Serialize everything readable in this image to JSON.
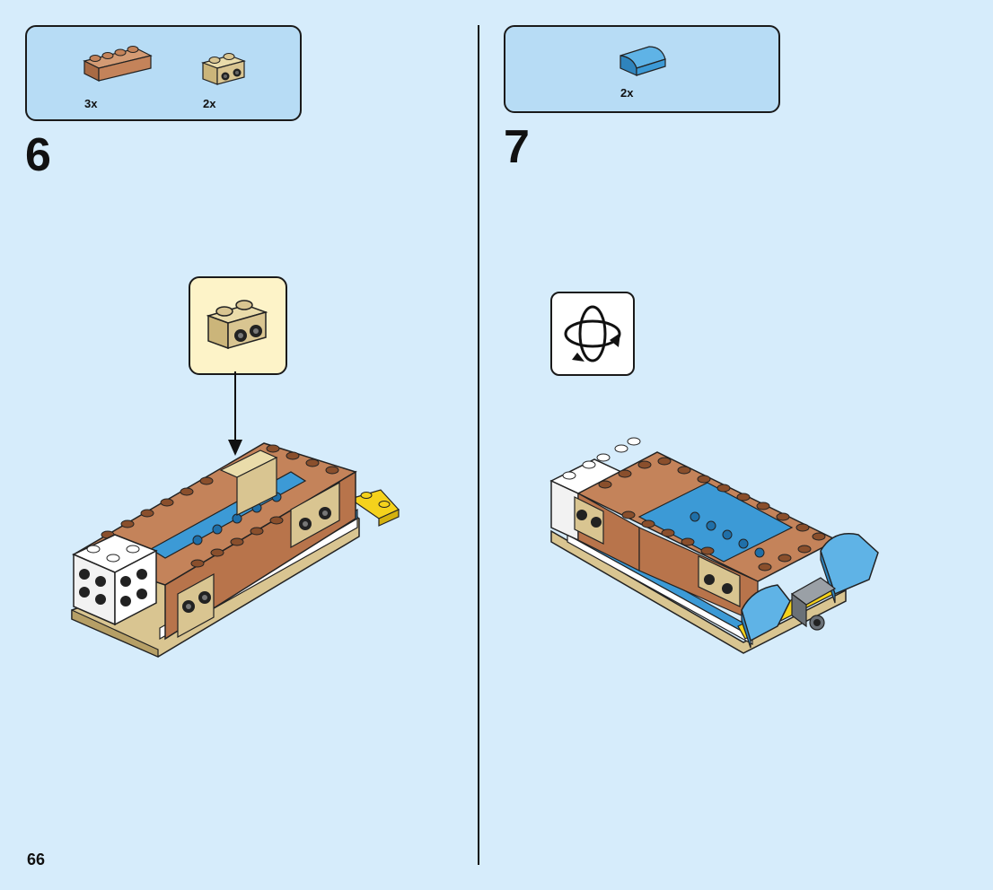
{
  "page_number": "66",
  "steps": [
    {
      "number": "6",
      "parts": [
        {
          "icon": "brown-brick-1x4-icon",
          "quantity": "3x"
        },
        {
          "icon": "tan-brick-1x2-studs-side-icon",
          "quantity": "2x"
        }
      ]
    },
    {
      "number": "7",
      "parts": [
        {
          "icon": "blue-curved-slope-icon",
          "quantity": "2x"
        }
      ]
    }
  ],
  "colors": {
    "background": "#d6ecfb",
    "parts_box": "#b7dcf5",
    "callout": "#fdf3c8",
    "brown": "#b87a55",
    "tan": "#d9c591",
    "blue": "#3c9ad6",
    "yellow": "#f5d21c",
    "white": "#ffffff"
  },
  "icons": {
    "callout": "tan-brick-callout-icon",
    "rotate": "rotate-model-icon",
    "arrow": "placement-arrow-icon"
  }
}
